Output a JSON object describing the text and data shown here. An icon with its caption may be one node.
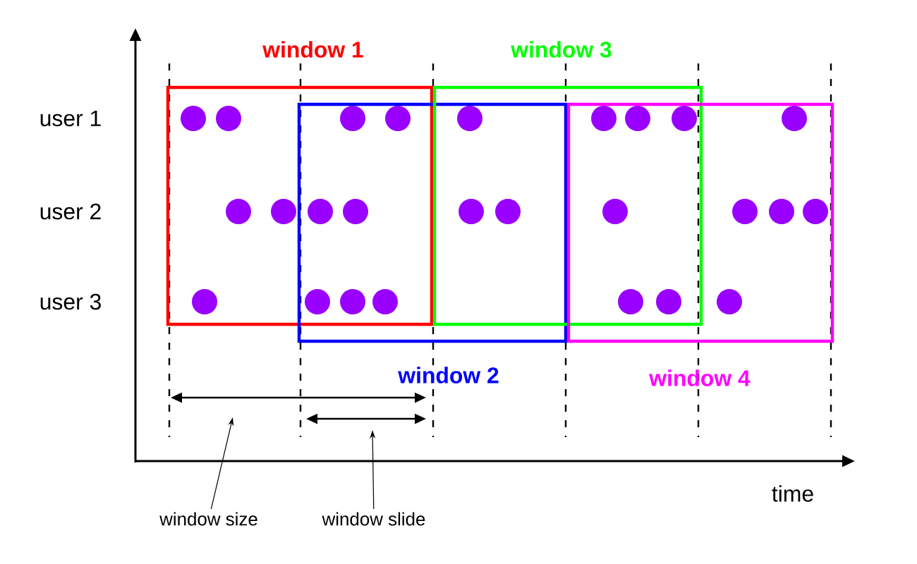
{
  "diagram": {
    "nodes": [
      {
        "text": [
          "window 1"
        ]
      },
      {
        "text": [
          "window 2"
        ]
      },
      {
        "text": [
          "window 3"
        ]
      },
      {
        "text": [
          "window 4"
        ]
      },
      {
        "text": [
          "window size"
        ]
      },
      {
        "text": [
          "window slide"
        ]
      }
    ],
    "edges": [
      {
        "from": 4,
        "to": null,
        "arrow": "to"
      },
      {
        "from": 5,
        "to": null,
        "arrow": "to"
      }
    ],
    "labels": [
      "user 1",
      "user 2",
      "user 3",
      "time"
    ]
  }
}
